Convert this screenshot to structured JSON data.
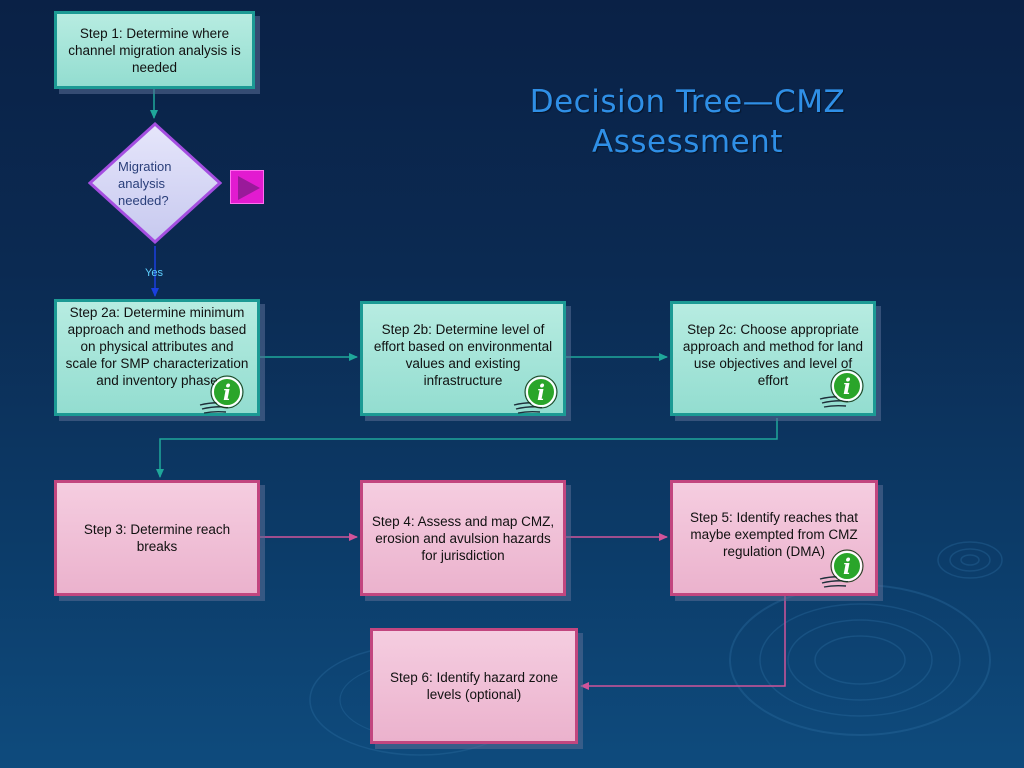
{
  "title": {
    "line1": "Decision Tree—CMZ",
    "line2": "Assessment"
  },
  "step1": {
    "text": "Step 1: Determine where channel migration analysis is needed"
  },
  "decision": {
    "text": "Migration analysis needed?"
  },
  "yes_label": "Yes",
  "step2a": {
    "text": "Step 2a: Determine minimum approach and methods based on physical attributes and scale for SMP characterization and inventory phase"
  },
  "step2b": {
    "text": "Step 2b: Determine level of effort based on environmental values and existing infrastructure"
  },
  "step2c": {
    "text": "Step 2c: Choose appropriate approach and method for land use objectives and level of effort"
  },
  "step3": {
    "text": "Step 3: Determine reach breaks"
  },
  "step4": {
    "text": "Step 4: Assess and map CMZ, erosion and avulsion hazards for jurisdiction"
  },
  "step5": {
    "text": "Step 5: Identify reaches that maybe exempted from CMZ regulation (DMA)"
  },
  "step6": {
    "text": "Step 6: Identify hazard zone levels (optional)"
  },
  "icons": {
    "info": "info-icon",
    "play": "play-triangle-icon"
  },
  "colors": {
    "teal_fill": "#a6e6d9",
    "teal_border": "#1c9a94",
    "pink_fill": "#f0c0d6",
    "pink_border": "#c2467f",
    "title": "#2f8fe6",
    "info_green": "#2aa52a",
    "play_magenta": "#e21bd0"
  }
}
